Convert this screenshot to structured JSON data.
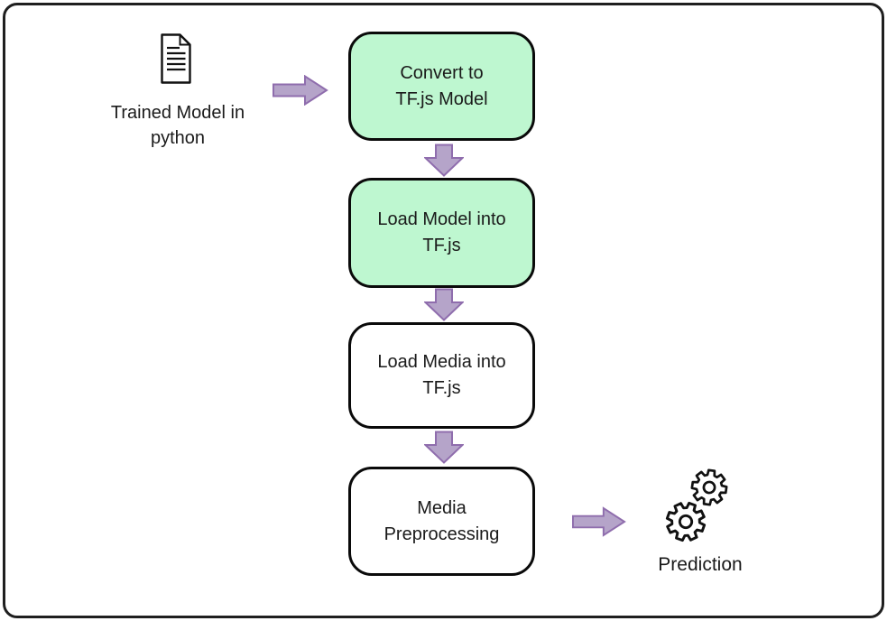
{
  "diagram": {
    "colors": {
      "highlight_fill": "#bef7d0",
      "plain_fill": "#ffffff",
      "arrow_fill": "#b5a4c9",
      "arrow_stroke": "#8f6dad",
      "box_border": "#0a0a0a",
      "text": "#1a1a1a"
    },
    "source": {
      "icon": "document-icon",
      "label": "Trained Model in\npython"
    },
    "steps": [
      {
        "label": "Convert to\nTF.js Model",
        "highlighted": true
      },
      {
        "label": "Load Model into\nTF.js",
        "highlighted": true
      },
      {
        "label": "Load Media into\nTF.js",
        "highlighted": false
      },
      {
        "label": "Media\nPreprocessing",
        "highlighted": false
      }
    ],
    "output": {
      "icon": "gears-icon",
      "label": "Prediction"
    }
  }
}
